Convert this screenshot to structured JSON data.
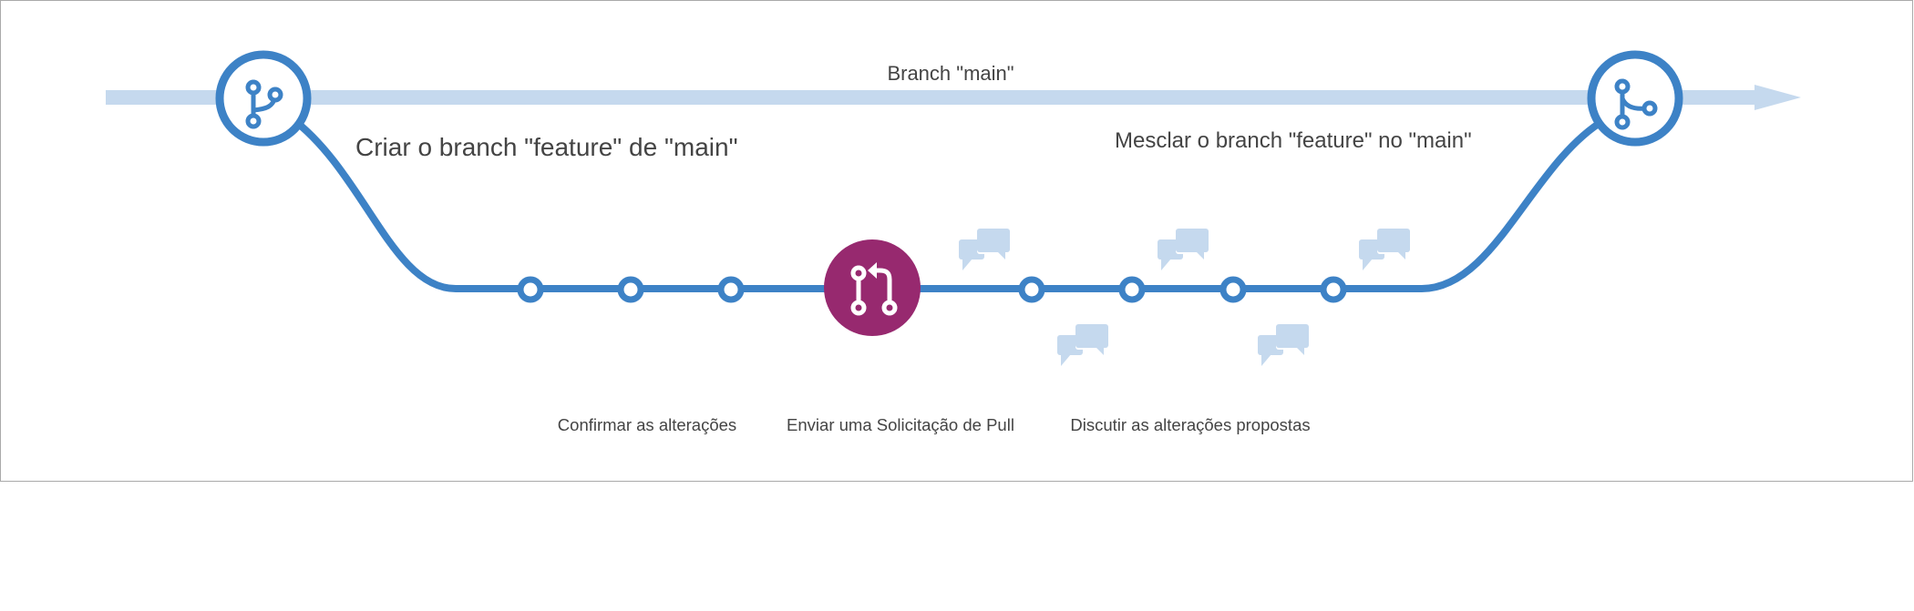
{
  "diagram": {
    "main_branch_label": "Branch \"main\"",
    "create_branch_label": "Criar o branch \"feature\" de \"main\"",
    "merge_branch_label": "Mesclar o branch \"feature\" no \"main\"",
    "steps": [
      {
        "label": "Confirmar as alterações"
      },
      {
        "label": "Enviar uma Solicitação de Pull"
      },
      {
        "label": "Discutir as alterações propostas"
      }
    ],
    "icons": {
      "branch": "git-branch-icon",
      "pull_request": "pull-request-icon",
      "merge": "git-merge-icon",
      "comment": "chat-bubbles-icon"
    },
    "colors": {
      "main_line": "#c5d9ee",
      "feature_line": "#3d82c6",
      "pull_request": "#97296f",
      "comments": "#c5d9ee",
      "text": "#444444"
    }
  }
}
